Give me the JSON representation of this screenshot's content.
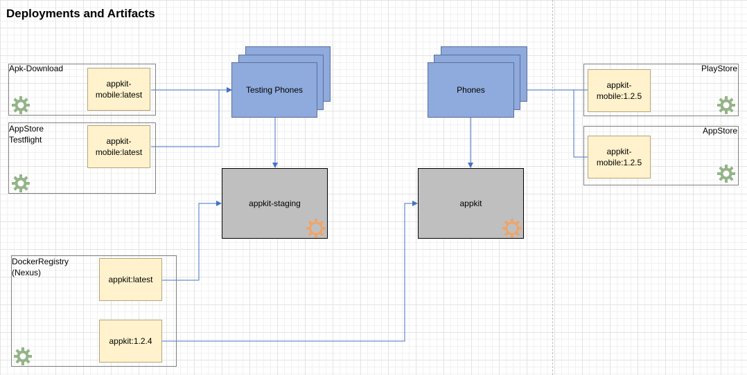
{
  "title": "Deployments and Artifacts",
  "colors": {
    "artifact_fill": "#fff2cc",
    "device_fill": "#8faadc",
    "server_fill": "#bfbfbf",
    "connector": "#4472c4",
    "gear_green": "#94b488",
    "gear_orange": "#f4a261"
  },
  "containers": {
    "apk_download": "Apk-Download",
    "appstore_testflight": "AppStore\nTestflight",
    "docker_registry": "DockerRegistry\n(Nexus)",
    "playstore": "PlayStore",
    "appstore": "AppStore"
  },
  "artifacts": {
    "apk_latest": "appkit-\nmobile:latest",
    "testflight_latest": "appkit-\nmobile:latest",
    "appkit_latest": "appkit:latest",
    "appkit_124": "appkit:1.2.4",
    "playstore_125": "appkit-\nmobile:1.2.5",
    "appstore_125": "appkit-\nmobile:1.2.5"
  },
  "devices": {
    "testing_phones": "Testing Phones",
    "phones": "Phones"
  },
  "servers": {
    "staging": "appkit-staging",
    "production": "appkit"
  },
  "icons": {
    "container_icon": "gear-icon",
    "server_icon": "gear-icon"
  }
}
